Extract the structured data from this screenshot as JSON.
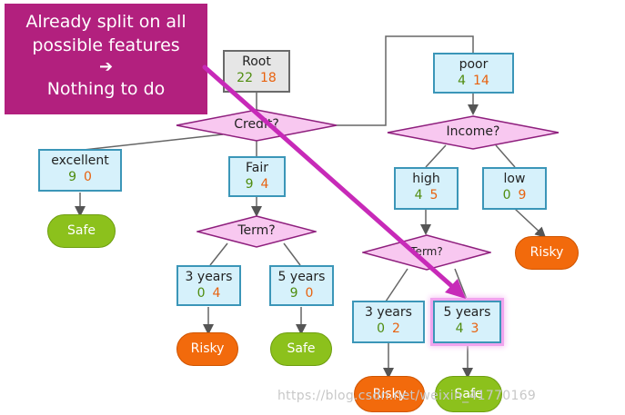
{
  "callout": {
    "line1": "Already split on all",
    "line2": "possible features",
    "arrow": "➔",
    "line3": "Nothing to do"
  },
  "nodes": {
    "root": {
      "label": "Root",
      "safe": "22",
      "risky": "18"
    },
    "excellent": {
      "label": "excellent",
      "safe": "9",
      "risky": "0"
    },
    "fair": {
      "label": "Fair",
      "safe": "9",
      "risky": "4"
    },
    "fair_3y": {
      "label": "3 years",
      "safe": "0",
      "risky": "4"
    },
    "fair_5y": {
      "label": "5 years",
      "safe": "9",
      "risky": "0"
    },
    "poor": {
      "label": "poor",
      "safe": "4",
      "risky": "14"
    },
    "high": {
      "label": "high",
      "safe": "4",
      "risky": "5"
    },
    "low": {
      "label": "low",
      "safe": "0",
      "risky": "9"
    },
    "high_3y": {
      "label": "3 years",
      "safe": "0",
      "risky": "2"
    },
    "high_5y": {
      "label": "5 years",
      "safe": "4",
      "risky": "3"
    }
  },
  "decisions": {
    "credit": "Credit?",
    "term_left": "Term?",
    "income": "Income?",
    "term_right": "Term?"
  },
  "leaves": {
    "excellent": "Safe",
    "fair_3y": "Risky",
    "fair_5y": "Safe",
    "low": "Risky",
    "high_3y": "Risky",
    "high_5y": "Safe"
  },
  "colors": {
    "node_fill": "#d6f1fb",
    "node_border": "#3b96b8",
    "decision_fill": "#f8c8f0",
    "decision_border": "#8e1f7d",
    "safe": "#8cc11c",
    "risky": "#f26a0c",
    "callout": "#b2207e",
    "pointer": "#c72ab8",
    "safe_count": "#4f8c0e",
    "risky_count": "#e8620f"
  },
  "watermark": "https://blog.csdn.net/weixin_41770169"
}
